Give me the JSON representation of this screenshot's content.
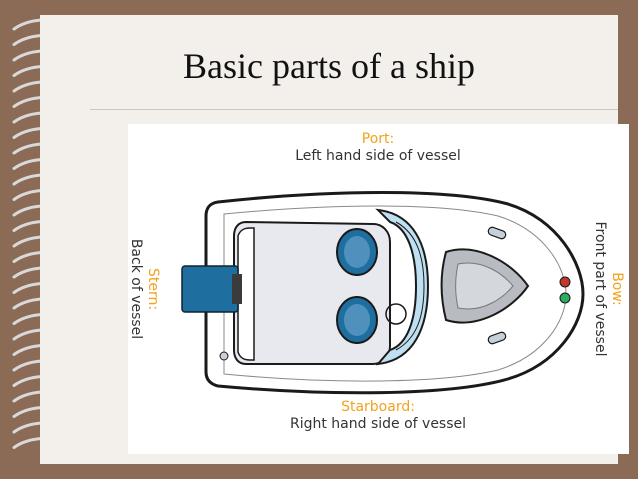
{
  "slide": {
    "title": "Basic parts of  a ship"
  },
  "labels": {
    "port": {
      "heading": "Port:",
      "description": "Left hand side of vessel"
    },
    "starboard": {
      "heading": "Starboard:",
      "description": "Right hand side of vessel"
    },
    "stern": {
      "heading": "Stern:",
      "description": "Back of vessel"
    },
    "bow": {
      "heading": "Bow:",
      "description": "Front part of vessel"
    }
  },
  "colors": {
    "heading": "#f2a21b",
    "hull_outline": "#1a1a1a",
    "seats": "#1e6fa0",
    "engine": "#1e6fa0",
    "windshield": "#bfe0f0",
    "bow_light_red": "#c0392b",
    "bow_light_green": "#27ae60",
    "frame": "#8b6b55"
  }
}
